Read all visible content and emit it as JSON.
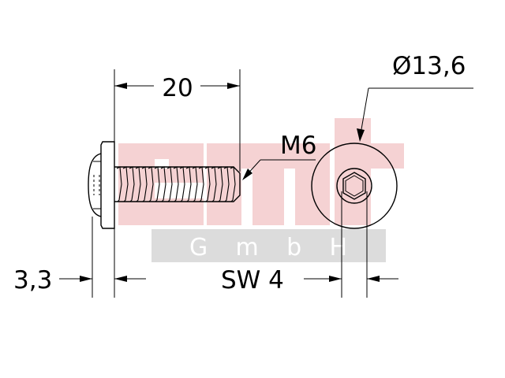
{
  "watermark": {
    "logo_text": "emt",
    "sub_text": "GmbH",
    "logo_color": "#f5d2d3",
    "band_color": "#dcdcdc"
  },
  "dimensions": {
    "length": "20",
    "diameter": "Ø13,6",
    "thread": "M6",
    "head_height": "3,3",
    "socket": "SW 4"
  }
}
